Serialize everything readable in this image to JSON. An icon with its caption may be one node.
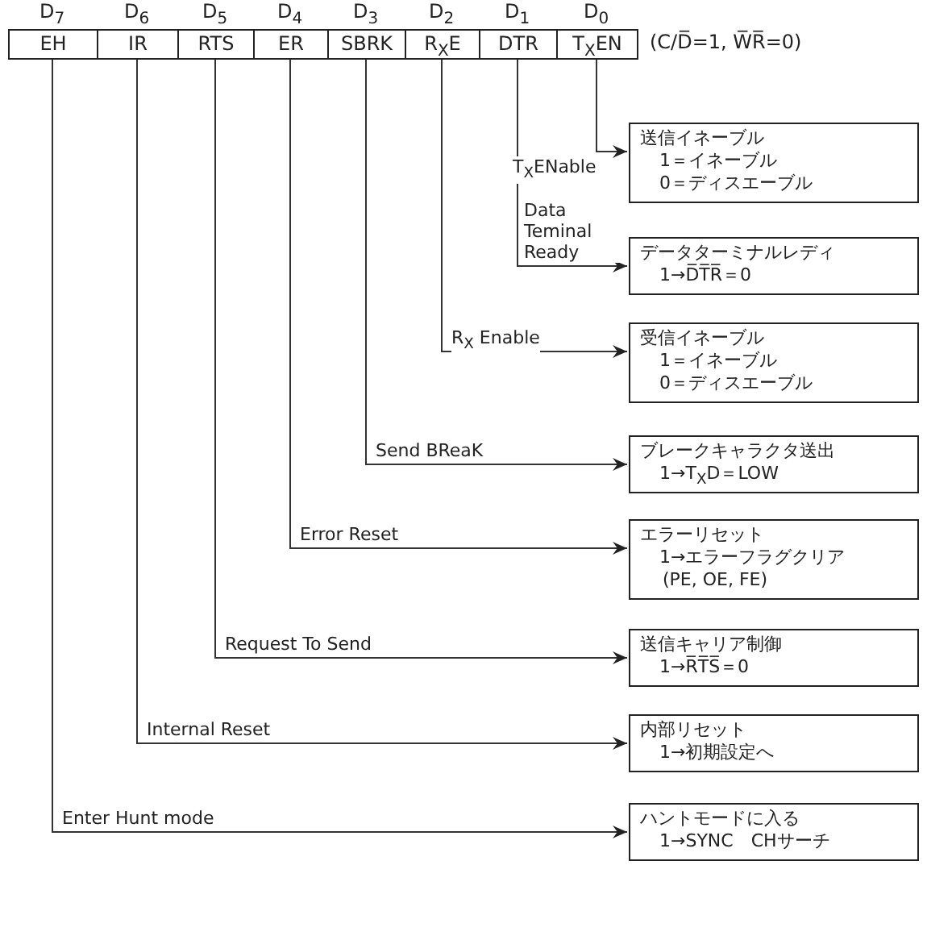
{
  "diagram": {
    "nodes": [
      {
        "text": [
          "EH"
        ],
        "beside": [
          "D$_{7}$"
        ]
      },
      {
        "text": [
          "IR"
        ],
        "beside": [
          "D$_{6}$"
        ]
      },
      {
        "text": [
          "RTS"
        ],
        "beside": [
          "D$_{5}$"
        ]
      },
      {
        "text": [
          "ER"
        ],
        "beside": [
          "D$_{4}$"
        ]
      },
      {
        "text": [
          "SBRK"
        ],
        "beside": [
          "D$_{3}$"
        ]
      },
      {
        "text": [
          "R$_{X}$E"
        ],
        "beside": [
          "D$_{2}$"
        ]
      },
      {
        "text": [
          "DTR"
        ],
        "beside": [
          "D$_{1}$"
        ]
      },
      {
        "text": [
          "T$_{X}$EN"
        ],
        "beside": [
          "D$_{0}$",
          "(C/D̅=1,  W̅R̅=0)"
        ]
      },
      {
        "text": [
          "送信イネーブル",
          "1＝イネーブル",
          "0＝ディスエーブル"
        ]
      },
      {
        "text": [
          "データターミナルレディ",
          "1→D̅T̅R̅＝0"
        ]
      },
      {
        "text": [
          "受信イネーブル",
          "1＝イネーブル",
          "0＝ディスエーブル"
        ]
      },
      {
        "text": [
          "ブレークキャラクタ送出",
          "1→T$_{X}$D＝LOW"
        ]
      },
      {
        "text": [
          "エラーリセット",
          "1→エラーフラグクリア",
          "(PE, OE, FE)"
        ]
      },
      {
        "text": [
          "送信キャリア制御",
          "1→R̅T̅S̅＝0"
        ]
      },
      {
        "text": [
          "内部リセット",
          "1→初期設定へ"
        ]
      },
      {
        "text": [
          "ハントモードに入る",
          "1→SYNC　CHサーチ"
        ]
      }
    ],
    "edges": [
      {
        "from": 7,
        "to": 8,
        "arrow": "to",
        "label": "T$_{X}$ENable"
      },
      {
        "from": 6,
        "to": 9,
        "arrow": "to",
        "label": "Data Teminal Ready"
      },
      {
        "from": 5,
        "to": 10,
        "arrow": "to",
        "label": "R$_{X}$ Enable"
      },
      {
        "from": 4,
        "to": 11,
        "arrow": "to",
        "label": "Send BReaK"
      },
      {
        "from": 3,
        "to": 12,
        "arrow": "to",
        "label": "Error Reset"
      },
      {
        "from": 2,
        "to": 13,
        "arrow": "to",
        "label": "Request To Send"
      },
      {
        "from": 1,
        "to": 14,
        "arrow": "to",
        "label": "Internal Reset"
      },
      {
        "from": 0,
        "to": 15,
        "arrow": "to",
        "label": "Enter Hunt mode"
      }
    ]
  }
}
